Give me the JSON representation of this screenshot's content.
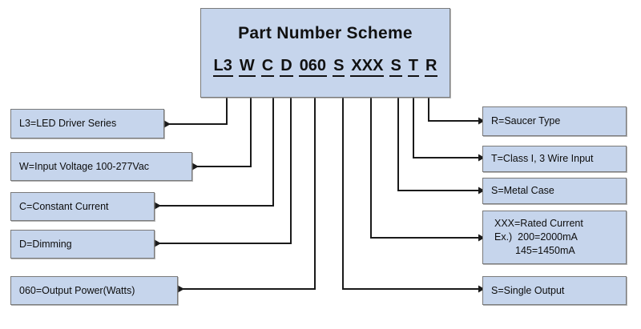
{
  "diagram": {
    "title": "Part Number Scheme",
    "part_number_segments": [
      "L3",
      "W",
      "C",
      "D",
      "060",
      "S",
      "XXX",
      "S",
      "T",
      "R"
    ],
    "left_boxes": [
      {
        "label": "L3=LED Driver Series",
        "lines": [
          "L3=LED Driver Series"
        ]
      },
      {
        "label": "W=Input Voltage 100-277Vac",
        "lines": [
          "W=Input Voltage 100-277Vac"
        ]
      },
      {
        "label": "C=Constant Current",
        "lines": [
          "C=Constant Current"
        ]
      },
      {
        "label": "D=Dimming",
        "lines": [
          "D=Dimming"
        ]
      },
      {
        "label": "060=Output Power(Watts)",
        "lines": [
          "060=Output Power(Watts)"
        ]
      }
    ],
    "right_boxes": [
      {
        "label": "R=Saucer Type",
        "lines": [
          "R=Saucer Type"
        ]
      },
      {
        "label": "T=Class I, 3 Wire Input",
        "lines": [
          "T=Class I, 3 Wire Input"
        ]
      },
      {
        "label": "S=Metal Case",
        "lines": [
          "S=Metal Case"
        ]
      },
      {
        "label": "XXX=Rated Current",
        "lines": [
          "XXX=Rated Current",
          "Ex.)  200=2000mA",
          "145=1450mA"
        ]
      },
      {
        "label": "S=Single Output",
        "lines": [
          "S=Single Output"
        ]
      }
    ],
    "colors": {
      "box_fill": "#c6d5ec",
      "box_border": "#7a7a7a",
      "connector": "#1a1a1a",
      "text": "#0d0d0d",
      "background": "#ffffff"
    }
  }
}
